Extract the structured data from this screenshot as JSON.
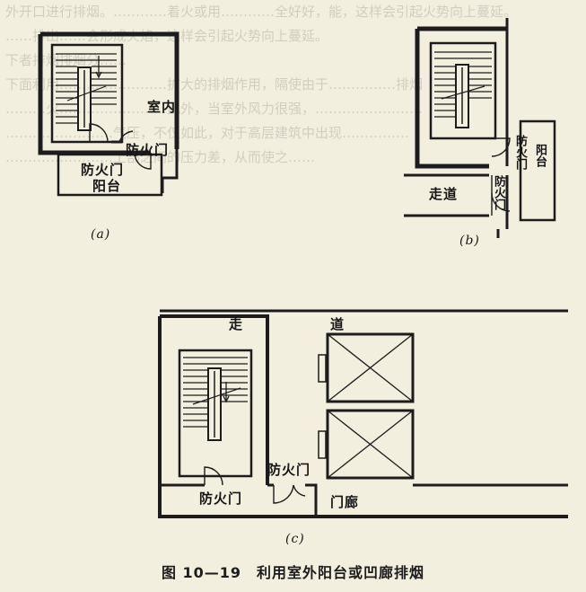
{
  "background_text": [
    "外开口进行排烟。…………着火或用…………全好好，能，这样会引起火势向上蔓延。",
    "……排出……会形成火焰，这样会引起火势向上蔓延。",
    "下者排烟排烟分……",
    "下面利用……………………扩大的排烟作用，隔使由于……………排烟",
    "………火……………………此外，当室外风力很强，……………………",
    "……………………气压，不仅如此，对于高层建筑中出现……………",
    "……………………上部之间的压力差，从而使之……"
  ],
  "labels": {
    "a_indoor": "室内",
    "a_firedoor_right": "防火门",
    "a_firedoor_left": "防火门",
    "a_balcony": "阳台",
    "a_caption": "(a)",
    "b_firedoor_upper": "防火门",
    "b_balcony": "阳台",
    "b_firedoor_lower": "防火门",
    "b_corridor": "走道",
    "b_caption": "(b)",
    "c_corridor_left": "走",
    "c_corridor_right": "道",
    "c_firedoor_right": "防火门",
    "c_firedoor_left": "防火门",
    "c_vestibule": "门廊",
    "c_caption": "(c)"
  },
  "figure_caption": "图 10—19　利用室外阳台或凹廊排烟",
  "colors": {
    "paper": "#f3efdf",
    "ink": "#1c1c1c"
  }
}
